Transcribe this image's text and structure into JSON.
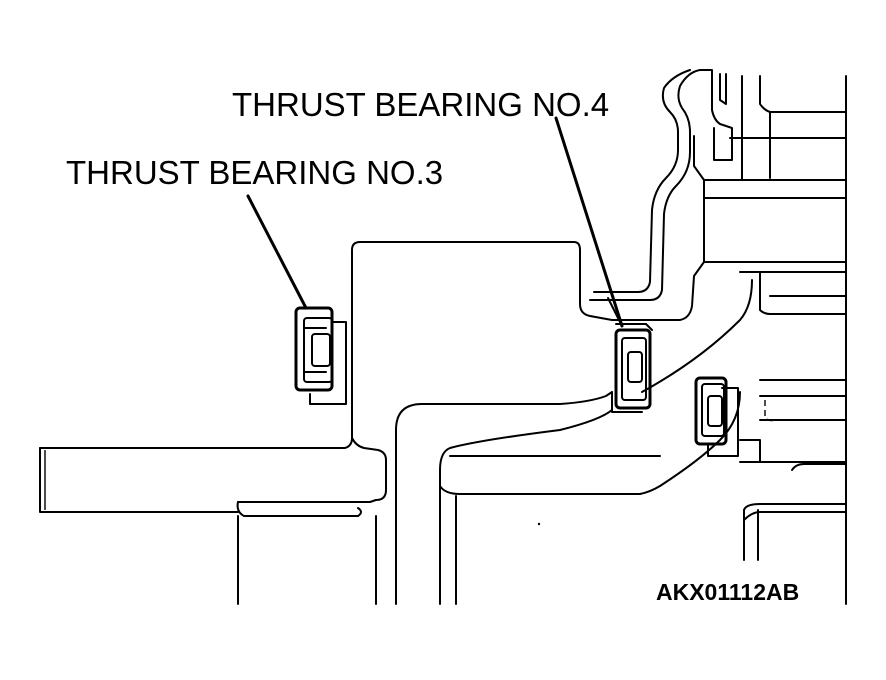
{
  "figure": {
    "labels": {
      "thrust_bearing_no4": "THRUST BEARING NO.4",
      "thrust_bearing_no3": "THRUST BEARING NO.3",
      "figure_code": "AKX01112AB"
    },
    "colors": {
      "line": "#000000",
      "background": "#ffffff"
    }
  }
}
